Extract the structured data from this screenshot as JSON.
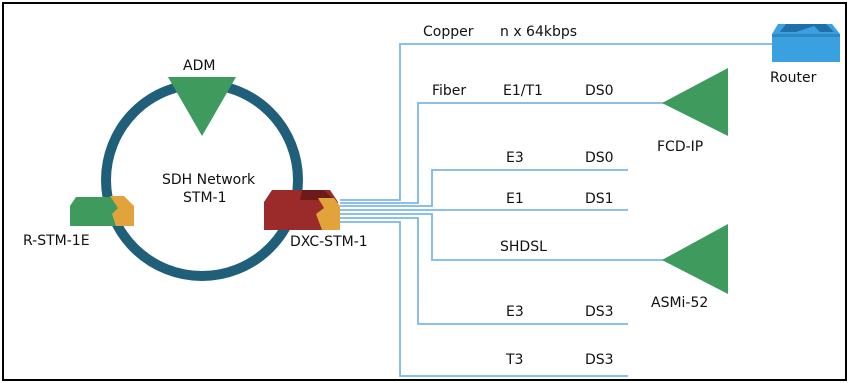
{
  "colors": {
    "frame": "#000000",
    "line": "#7ab8e6",
    "ring": "#1f5f7a",
    "green": "#3e9a5d",
    "green_dark": "#2f7d48",
    "orange": "#e2a33a",
    "dxc_red": "#9b2a2a",
    "dxc_dark": "#6e1a1a",
    "router_blue": "#3aa0e0",
    "router_dark": "#1f6fa8"
  },
  "diagram": {
    "network": {
      "line1": "SDH Network",
      "line2": "STM-1"
    },
    "devices": {
      "adm": "ADM",
      "r_stm1e": "R-STM-1E",
      "dxc_stm1": "DXC-STM-1",
      "router": "Router",
      "fcd_ip": "FCD-IP",
      "asmi52": "ASMi-52"
    },
    "links": [
      {
        "left": "Copper",
        "right": "n x 64kbps"
      },
      {
        "left": "Fiber",
        "mid": "E1/T1",
        "right": "DS0"
      },
      {
        "mid": "E3",
        "right": "DS0"
      },
      {
        "mid": "E1",
        "right": "DS1"
      },
      {
        "mid": "SHDSL"
      },
      {
        "mid": "E3",
        "right": "DS3"
      },
      {
        "mid": "T3",
        "right": "DS3"
      }
    ]
  }
}
